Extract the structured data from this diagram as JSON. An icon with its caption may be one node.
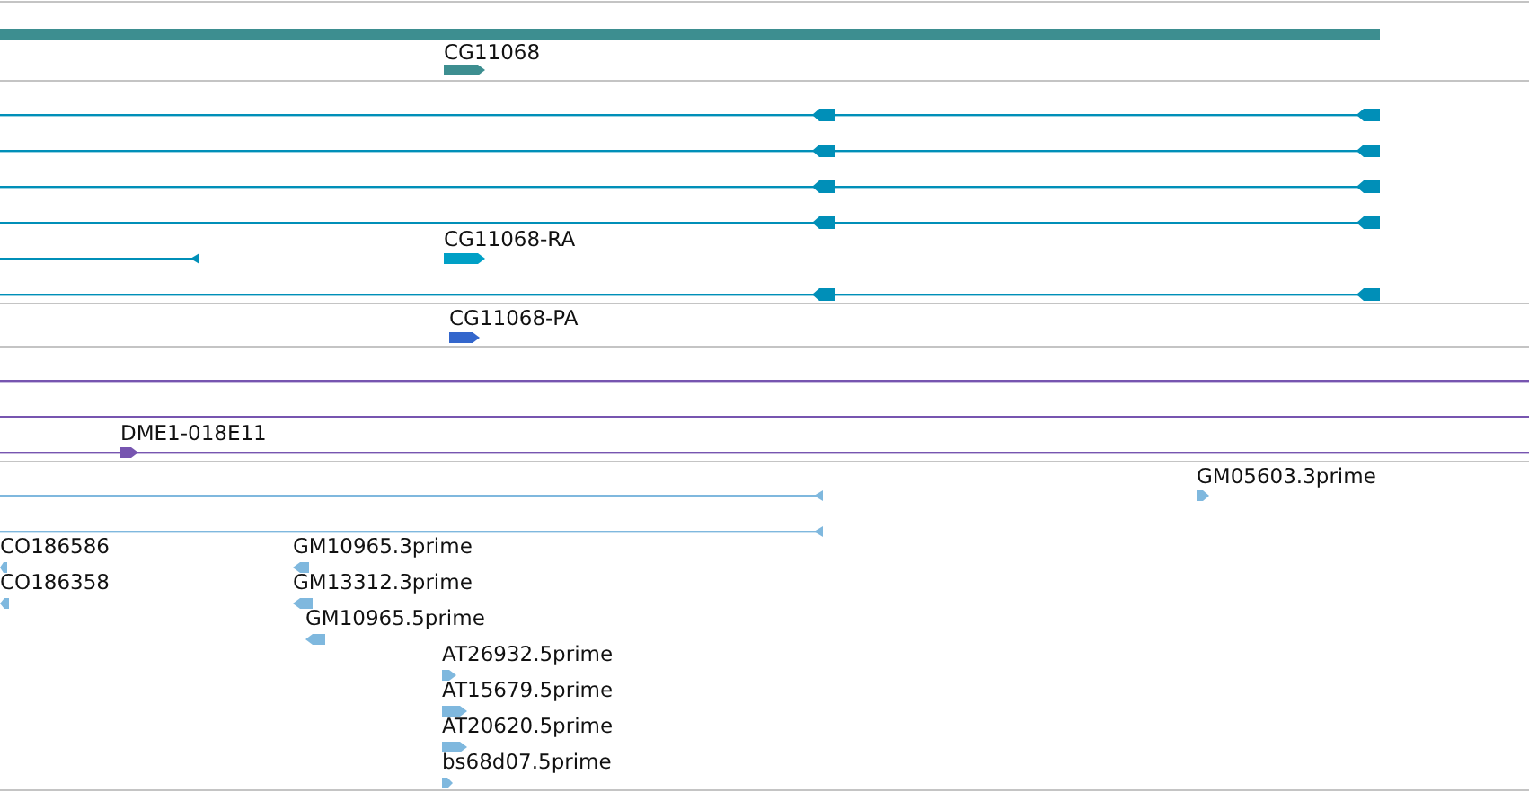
{
  "diagram": {
    "labels": [
      "CG11068",
      "CG11068-RA",
      "CG11068-PA",
      "DME1-018E11",
      "GM05603.3prime",
      "CO186586",
      "GM10965.3prime",
      "CO186358",
      "GM13312.3prime",
      "GM10965.5prime",
      "AT26932.5prime",
      "AT15679.5prime",
      "AT20620.5prime",
      "bs68d07.5prime"
    ]
  }
}
